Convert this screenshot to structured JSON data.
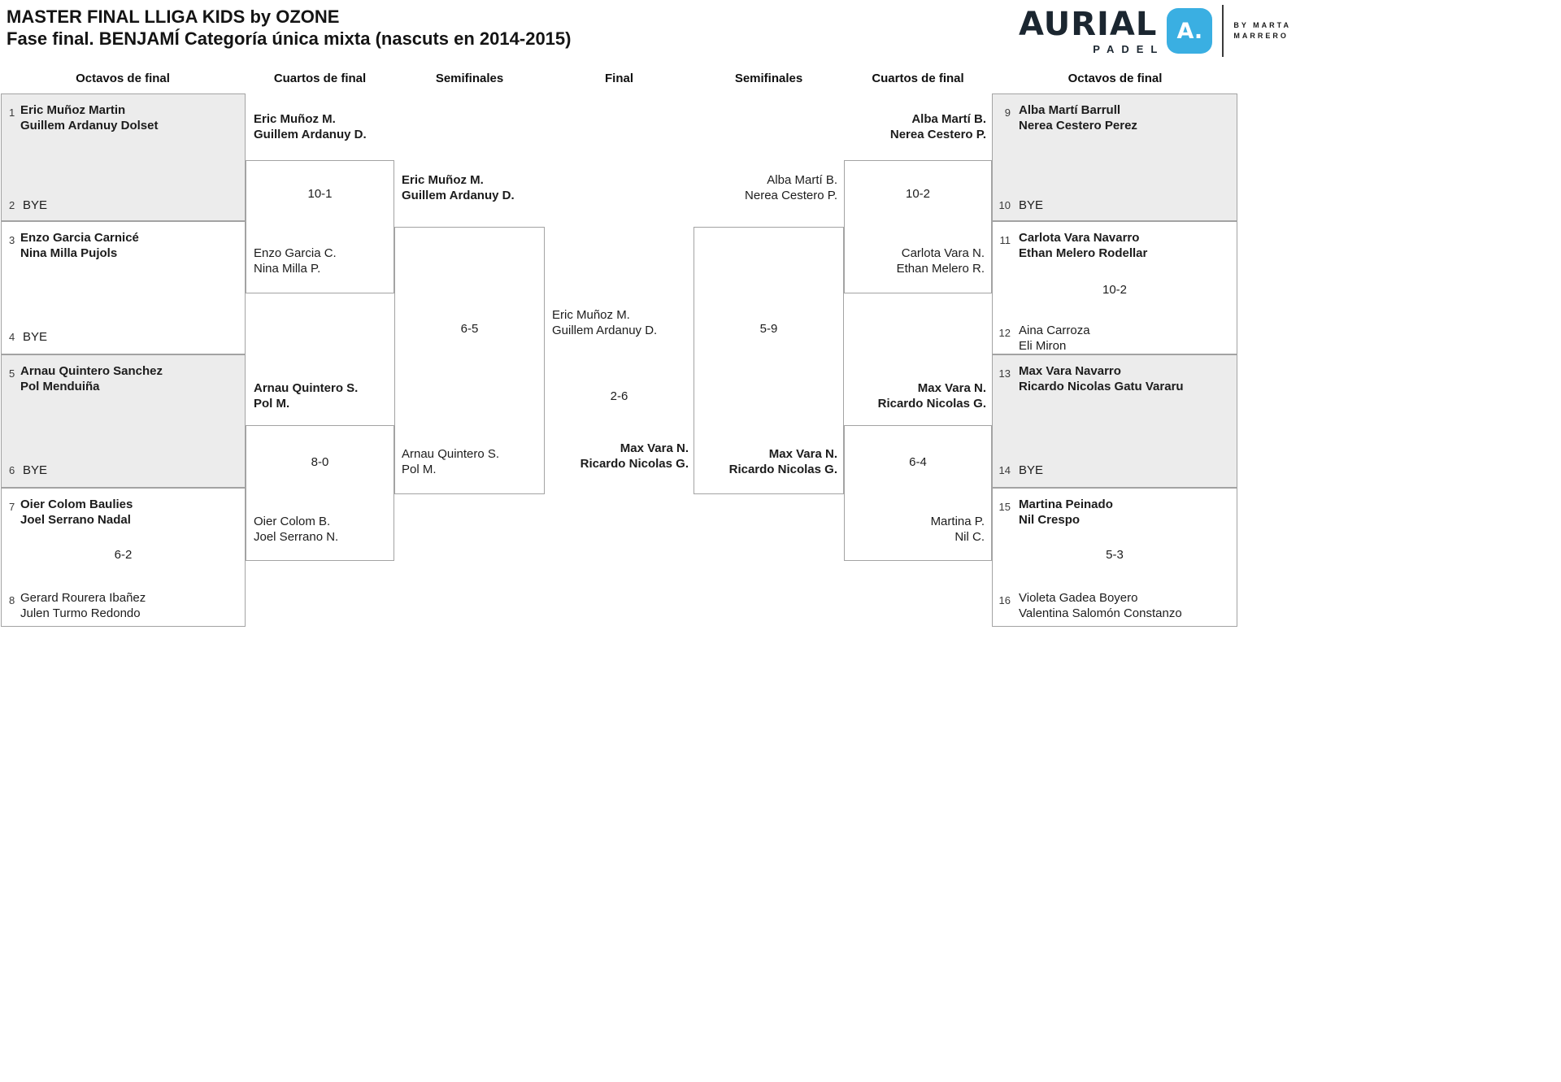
{
  "header": {
    "title": "MASTER FINAL LLIGA KIDS by OZONE",
    "subtitle": "Fase final. BENJAMÍ Categoría única mixta (nascuts en 2014-2015)"
  },
  "logo": {
    "brand": "AURIAL",
    "brand_sub": "PADEL",
    "monogram": "A.",
    "byline_top": "BY MARTA",
    "byline_bottom": "MARRERO",
    "accent": "#3aafe2"
  },
  "round_headers": {
    "left_octavos": "Octavos de final",
    "left_cuartos": "Cuartos de final",
    "left_semis": "Semifinales",
    "final": "Final",
    "right_semis": "Semifinales",
    "right_cuartos": "Cuartos de final",
    "right_octavos": "Octavos de final"
  },
  "bracket": {
    "octavos_left": [
      {
        "seed_top": "1",
        "top1": "Eric Muñoz Martin",
        "top2": "Guillem Ardanuy Dolset",
        "seed_bottom": "2",
        "bottom1": "BYE"
      },
      {
        "seed_top": "3",
        "top1": "Enzo Garcia Carnicé",
        "top2": "Nina Milla Pujols",
        "seed_bottom": "4",
        "bottom1": "BYE"
      },
      {
        "seed_top": "5",
        "top1": "Arnau Quintero Sanchez",
        "top2": "Pol Menduiña",
        "seed_bottom": "6",
        "bottom1": "BYE"
      },
      {
        "seed_top": "7",
        "top1": "Oier Colom Baulies",
        "top2": "Joel Serrano Nadal",
        "score": "6-2",
        "seed_bottom": "8",
        "bottom1": "Gerard Rourera Ibañez",
        "bottom2": "Julen Turmo Redondo"
      }
    ],
    "cuartos_left": [
      {
        "winner1": "Eric Muñoz M.",
        "winner2": "Guillem Ardanuy D.",
        "score": "10-1",
        "loser1": "Enzo Garcia C.",
        "loser2": "Nina Milla P."
      },
      {
        "winner1": "Arnau Quintero S.",
        "winner2": "Pol M.",
        "score": "8-0",
        "loser1": "Oier Colom B.",
        "loser2": "Joel Serrano N."
      }
    ],
    "semis_left": {
      "winner1": "Eric Muñoz M.",
      "winner2": "Guillem Ardanuy D.",
      "score": "6-5",
      "loser1": "Arnau Quintero S.",
      "loser2": "Pol M."
    },
    "final": {
      "team_left1": "Eric Muñoz M.",
      "team_left2": "Guillem Ardanuy D.",
      "score": "2-6",
      "team_right1": "Max Vara N.",
      "team_right2": "Ricardo Nicolas G."
    },
    "semis_right": {
      "loser1": "Alba Martí B.",
      "loser2": "Nerea Cestero P.",
      "score": "5-9",
      "winner1": "Max Vara N.",
      "winner2": "Ricardo Nicolas G."
    },
    "cuartos_right": [
      {
        "winner1": "Alba Martí B.",
        "winner2": "Nerea Cestero P.",
        "score": "10-2",
        "loser1": "Carlota Vara N.",
        "loser2": "Ethan Melero R."
      },
      {
        "winner1": "Max Vara N.",
        "winner2": "Ricardo Nicolas G.",
        "score": "6-4",
        "loser1": "Martina P.",
        "loser2": "Nil C."
      }
    ],
    "octavos_right": [
      {
        "seed_top": "9",
        "top1": "Alba Martí Barrull",
        "top2": "Nerea Cestero Perez",
        "seed_bottom": "10",
        "bottom1": "BYE"
      },
      {
        "seed_top": "11",
        "top1": "Carlota Vara Navarro",
        "top2": "Ethan Melero Rodellar",
        "score": "10-2",
        "seed_bottom": "12",
        "bottom1": "Aina Carroza",
        "bottom2": "Eli Miron"
      },
      {
        "seed_top": "13",
        "top1": "Max Vara Navarro",
        "top2": "Ricardo Nicolas Gatu Vararu",
        "seed_bottom": "14",
        "bottom1": "BYE"
      },
      {
        "seed_top": "15",
        "top1": "Martina Peinado",
        "top2": "Nil Crespo",
        "score": "5-3",
        "seed_bottom": "16",
        "bottom1": "Violeta Gadea Boyero",
        "bottom2": "Valentina Salomón Constanzo"
      }
    ]
  }
}
